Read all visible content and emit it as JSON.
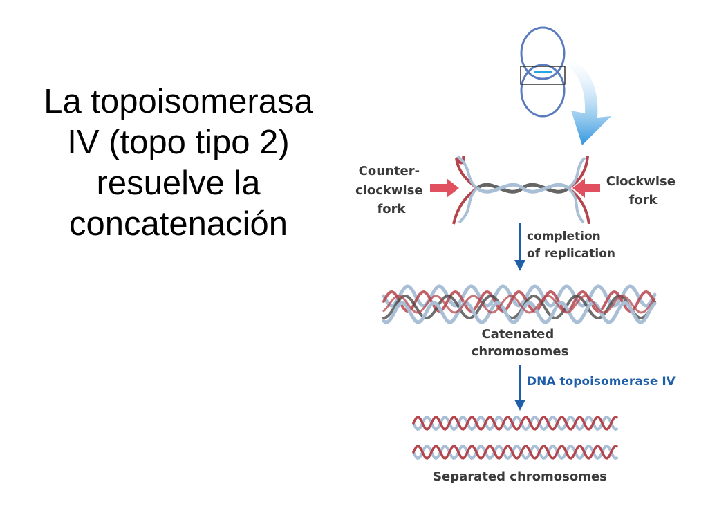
{
  "slide": {
    "title_lines": [
      "La topoisomerasa",
      "IV (topo tipo 2)",
      "resuelve la",
      "concatenación"
    ]
  },
  "figure": {
    "fork_left_lines": [
      "Counter-",
      "clockwise",
      "fork"
    ],
    "fork_right_lines": [
      "Clockwise",
      "fork"
    ],
    "step1_lines": [
      "completion",
      "of replication"
    ],
    "catenated_lines": [
      "Catenated",
      "chromosomes"
    ],
    "step2_label": "DNA topoisomerase IV",
    "separated_label": "Separated chromosomes",
    "colors": {
      "strand_red": "#b5454c",
      "strand_blue": "#a9bfd6",
      "strand_dark": "#4a4a4a",
      "ring": "#5b7bbf",
      "arrow_blue": "#1f5fa8",
      "fork_arrow": "#e0505f",
      "big_arrow": "#2f95de"
    }
  }
}
